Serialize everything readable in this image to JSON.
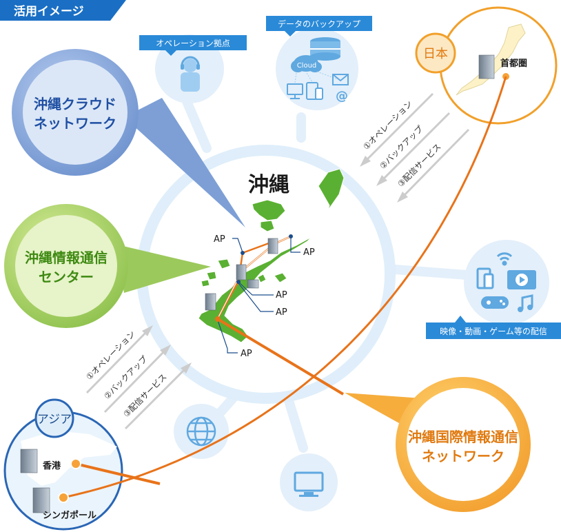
{
  "header": {
    "title": "活用イメージ"
  },
  "hub": {
    "title": "沖縄"
  },
  "bubbles": {
    "cloud_network": {
      "line1": "沖縄クラウド",
      "line2": "ネットワーク"
    },
    "datacenter": {
      "line1": "沖縄情報通信",
      "line2": "センター"
    },
    "intl_network": {
      "line1": "沖縄国際情報通信",
      "line2": "ネットワーク"
    }
  },
  "services": {
    "operations": "オペレーション拠点",
    "backup": "データのバックアップ",
    "cloud_label": "Cloud",
    "distribution": "映像・動画・ゲーム等の配信"
  },
  "regions": {
    "japan": {
      "label": "日本",
      "city": "首都圏"
    },
    "asia": {
      "label": "アジア",
      "city1": "香港",
      "city2": "シンガポール"
    }
  },
  "flows": {
    "items": [
      "①オペレーション",
      "②バックアップ",
      "③配信サービス"
    ]
  },
  "ap_label": "AP",
  "colors": {
    "header_blue": "#1a6fc4",
    "label_blue": "#2a8ad8",
    "hub_ring": "#dfeefa",
    "spoke": "#e3effa",
    "cloud_bubble": "#7d9fd6",
    "datacenter_bubble": "#9cc95c",
    "intl_bubble": "#f6ad3c",
    "link_orange": "#e8731a",
    "land_green": "#5ab032",
    "japan_ring": "#f1a02b",
    "asia_ring": "#2a66b5",
    "arrow_gray": "#cccccc"
  }
}
